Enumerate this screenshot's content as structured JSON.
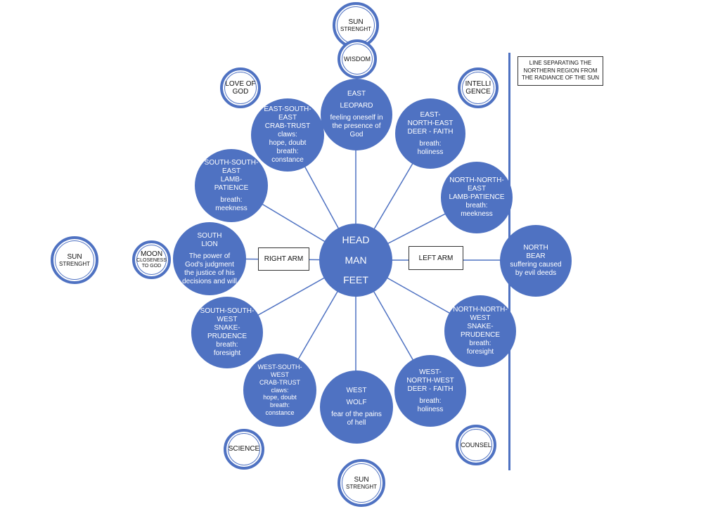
{
  "center": {
    "lines": [
      "HEAD",
      "MAN",
      "FEET"
    ]
  },
  "nodes": {
    "east": {
      "lines": [
        "EAST",
        "LEOPARD",
        "feeling oneself in the presence of God"
      ]
    },
    "ene": {
      "lines": [
        "EAST-NORTH-EAST",
        "DEER - FAITH",
        "breath: holiness"
      ]
    },
    "nne": {
      "lines": [
        "NORTH-NORTH-EAST",
        "LAMB-PATIENCE",
        "breath:",
        "meekness"
      ]
    },
    "north": {
      "lines": [
        "NORTH",
        "BEAR",
        "suffering caused by evil deeds"
      ]
    },
    "nnw": {
      "lines": [
        "NORTH-NORTH-WEST",
        "SNAKE-PRUDENCE",
        "breath:",
        "foresight"
      ]
    },
    "wnw": {
      "lines": [
        "WEST-NORTH-WEST",
        "DEER - FAITH",
        "breath: holiness"
      ]
    },
    "west": {
      "lines": [
        "WEST",
        "WOLF",
        "fear of the pains of hell"
      ]
    },
    "wsw": {
      "lines": [
        "WEST-SOUTH-WEST",
        "CRAB-TRUST",
        "claws:",
        "hope, doubt",
        "breath:",
        "constance"
      ]
    },
    "ssw": {
      "lines": [
        "SOUTH-SOUTH-WEST",
        "SNAKE-PRUDENCE",
        "breath:",
        "foresight"
      ]
    },
    "south": {
      "lines": [
        "SOUTH",
        "LION",
        "The power of God's judgment the justice of his decisions and will"
      ]
    },
    "sse": {
      "lines": [
        "SOUTH-SOUTH-EAST",
        "LAMB-PATIENCE",
        "breath: meekness"
      ]
    },
    "ese": {
      "lines": [
        "EAST-SOUTH-EAST",
        "CRAB-TRUST",
        "claws:",
        "hope, doubt",
        "breath:",
        "constance"
      ]
    }
  },
  "rings": {
    "sun_top": [
      "SUN",
      "STRENGHT"
    ],
    "wisdom": [
      "WISDOM"
    ],
    "love_of_god": [
      "LOVE OF",
      "GOD"
    ],
    "intelligence": [
      "INTELLI",
      "GENCE"
    ],
    "sun_left": [
      "SUN",
      "STRENGHT"
    ],
    "moon": [
      "MOON",
      "CLOSENESS",
      "TO GOD"
    ],
    "science": [
      "SCIENCE"
    ],
    "counsel": [
      "COUNSEL"
    ],
    "sun_bottom": [
      "SUN",
      "STRENGHT"
    ]
  },
  "labels": {
    "right_arm": "RIGHT ARM",
    "left_arm": "LEFT ARM",
    "separation_note": "LINE SEPARATING THE NORTHERN REGION FROM THE RADIANCE OF THE SUN"
  },
  "colors": {
    "node_fill": "#4f72c2",
    "ring_stroke": "#4f72c2",
    "line": "#4f72c2"
  }
}
